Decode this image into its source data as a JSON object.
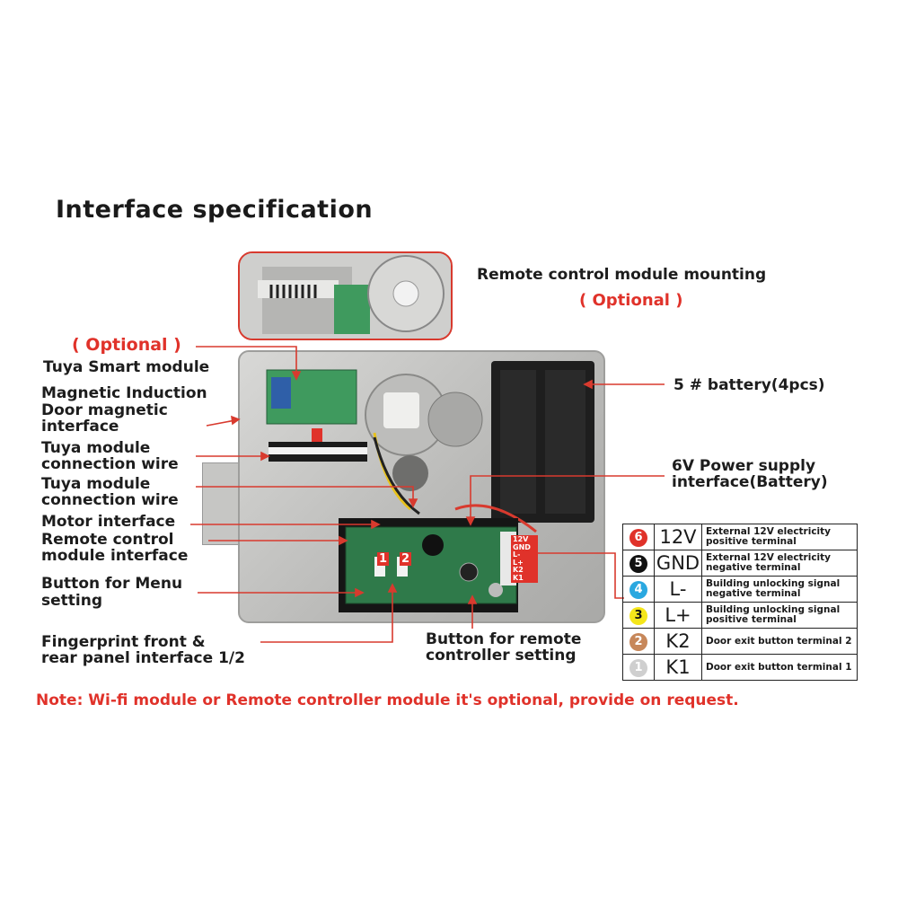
{
  "title": "Interface specification",
  "labels": {
    "remote_mount": "Remote control module mounting",
    "remote_mount_optional": "( Optional )",
    "optional": "( Optional )",
    "tuya_smart": "Tuya Smart module",
    "magnetic_1": "Magnetic Induction",
    "magnetic_2": "Door magnetic",
    "magnetic_3": "interface",
    "tuya_wire_a_1": "Tuya module",
    "tuya_wire_a_2": "connection wire",
    "tuya_wire_b_1": "Tuya module",
    "tuya_wire_b_2": "connection wire",
    "motor": "Motor interface",
    "remote_iface_1": "Remote control",
    "remote_iface_2": "module interface",
    "menu_btn_1": "Button for Menu",
    "menu_btn_2": "setting",
    "fp_1": "Fingerprint front &",
    "fp_2": "rear panel interface 1/2",
    "remote_btn_1": "Button for remote",
    "remote_btn_2": "controller setting",
    "battery": "5 # battery(4pcs)",
    "power_1": "6V Power supply",
    "power_2": "interface(Battery)"
  },
  "board_text": {
    "port1": "1",
    "port2": "2",
    "terminal_labels": [
      "12V",
      "GND",
      "L-",
      "L+",
      "K2",
      "K1"
    ]
  },
  "pins": [
    {
      "num": "6",
      "color": "#e0322a",
      "text_color": "#ffffff",
      "pin": "12V",
      "desc_1": "External 12V electricity",
      "desc_2": "positive terminal"
    },
    {
      "num": "5",
      "color": "#111111",
      "text_color": "#ffffff",
      "pin": "GND",
      "desc_1": "External 12V electricity",
      "desc_2": "negative terminal"
    },
    {
      "num": "4",
      "color": "#2aa8e0",
      "text_color": "#ffffff",
      "pin": "L-",
      "desc_1": "Building unlocking signal",
      "desc_2": "negative terminal"
    },
    {
      "num": "3",
      "color": "#f5e61a",
      "text_color": "#111111",
      "pin": "L+",
      "desc_1": "Building unlocking signal",
      "desc_2": "positive terminal"
    },
    {
      "num": "2",
      "color": "#c7875a",
      "text_color": "#ffffff",
      "pin": "K2",
      "desc_1": "Door exit button terminal 2",
      "desc_2": ""
    },
    {
      "num": "1",
      "color": "#cfcfcf",
      "text_color": "#ffffff",
      "pin": "K1",
      "desc_1": "Door exit button terminal 1",
      "desc_2": ""
    }
  ],
  "note": "Note: Wi-fi module or Remote controller module it's optional, provide on request.",
  "colors": {
    "accent": "#e0322a",
    "pcb": "#2f7a4a",
    "metal": "#c4c4c2"
  }
}
